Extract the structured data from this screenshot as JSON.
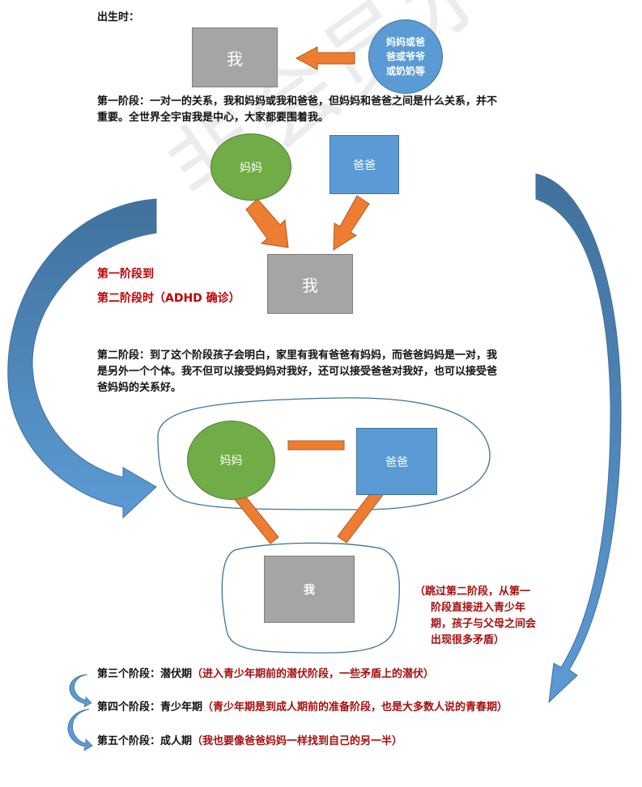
{
  "watermark": "非会员水印",
  "birth": {
    "heading": "出生时：",
    "me_label": "我",
    "caregiver_label": "妈妈或爸爸或爷爷或奶奶等",
    "caregiver_lines": [
      "妈妈或爸",
      "爸或爷爷",
      "或奶奶等"
    ]
  },
  "stage1": {
    "description": "第一阶段：一对一的关系，我和妈妈或我和爸爸，但妈妈和爸爸之间是什么关系，并不重要。全世界全宇宙我是中心，大家都要围着我。",
    "lines": [
      "第一阶段：一对一的关系，我和妈妈或我和爸爸，但妈妈和爸爸之间是什么关系，并不",
      "重要。全世界全宇宙我是中心，大家都要围着我。"
    ],
    "mom_label": "妈妈",
    "dad_label": "爸爸",
    "me_label": "我"
  },
  "transition_note": {
    "line1": "第一阶段到",
    "line2": "第二阶段时（ADHD 确诊）"
  },
  "stage2": {
    "lines": [
      "第二阶段：到了这个阶段孩子会明白，家里有我有爸爸有妈妈，而爸爸妈妈是一对，我",
      "是另外一个个体。我不但可以接受妈妈对我好，还可以接受爸爸对我好，也可以接受爸",
      "爸妈妈的关系好。"
    ],
    "mom_label": "妈妈",
    "dad_label": "爸爸",
    "me_label": "我"
  },
  "skip_note": {
    "lines": [
      "（跳过第二阶段，从第一",
      "阶段直接进入青少年",
      "期，孩子与父母之间会",
      "出现很多矛盾）"
    ]
  },
  "later_stages": [
    {
      "title": "第三个阶段：潜伏期",
      "note": "（进入青少年期前的潜伏阶段，一些矛盾上的潜伏）"
    },
    {
      "title": "第四个阶段：青少年期",
      "note": "（青少年期是到成人期前的准备阶段，也是大多数人说的青春期）"
    },
    {
      "title": "第五个阶段：成人期",
      "note": "（我也要像爸爸妈妈一样找到自己的另一半）"
    }
  ],
  "colors": {
    "gray_box": "#a5a5a5",
    "blue_shape": "#5b9bd5",
    "green_shape": "#70ad47",
    "orange_arrow": "#ed7d31",
    "big_arrow_dark": "#41719c",
    "big_arrow_light": "#5b9bd5",
    "note_red": "#c00000",
    "note_darkred": "#a50e0e"
  }
}
